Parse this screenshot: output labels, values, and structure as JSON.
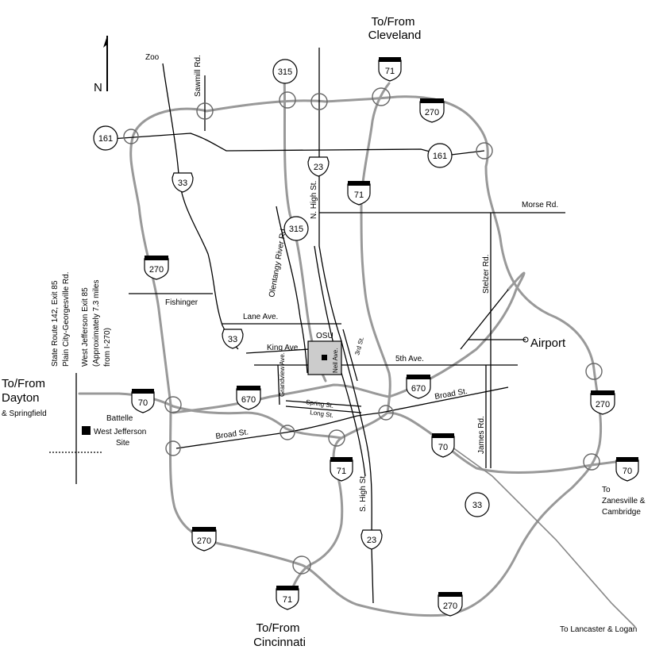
{
  "destinations": {
    "north_top": "To/From",
    "north_city": "Cleveland",
    "south_top": "To/From",
    "south_city": "Cincinnati",
    "west_top": "To/From",
    "west_city": "Dayton",
    "west_sub": "& Springfield",
    "east_1": "To",
    "east_2": "Zanesville &",
    "east_3": "Cambridge",
    "southeast": "To Lancaster & Logan"
  },
  "roads": {
    "zoo": "Zoo",
    "sawmill": "Sawmill Rd.",
    "morse": "Morse Rd.",
    "stelzer": "Stelzer Rd.",
    "fishinger": "Fishinger",
    "lane": "Lane Ave.",
    "king": "King Ave.",
    "fifth": "5th Ave.",
    "broad_east": "Broad St.",
    "broad_west": "Broad St.",
    "james": "James Rd.",
    "n_high": "N. High St.",
    "s_high": "S. High St.",
    "olentangy": "Olentangy River Rd.",
    "grandview": "Grandview Ave.",
    "spring": "Spring St.",
    "long": "Long St.",
    "third": "3rd St.",
    "neil": "Neil Ave.",
    "osu": "OSU"
  },
  "west_note": {
    "line1": "State Route 142, Exit 85",
    "line2": "Plain City-Georgesville Rd.",
    "line3": "West Jefferson Exit 85",
    "line4": "(Approximately 7.3 miles",
    "line5": "from I-270)"
  },
  "site": {
    "line1": "Battelle",
    "line2": "West Jefferson",
    "line3": "Site"
  },
  "airport": "Airport",
  "north_arrow": "N",
  "shields": {
    "i71_north": "71",
    "i270_ne": "270",
    "i71_mid": "71",
    "i270_west": "270",
    "i70_west": "70",
    "i670_west": "670",
    "i670_east": "670",
    "i270_east": "270",
    "i70_east": "70",
    "i70_far_east": "70",
    "i71_south": "71",
    "i270_sw": "270",
    "i71_bottom": "71",
    "i270_bottom": "270",
    "us23_north": "23",
    "us23_south": "23",
    "us33_north": "33",
    "us33_mid": "33",
    "sr315_top": "315",
    "sr315_mid": "315",
    "sr161_west": "161",
    "sr161_east": "161",
    "sr33_east": "33"
  }
}
